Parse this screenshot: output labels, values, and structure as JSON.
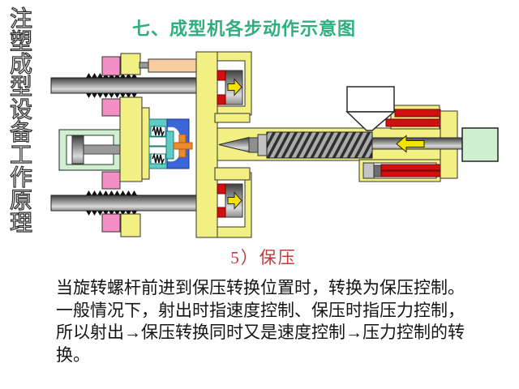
{
  "slide": {
    "vertical_title": "注塑成型设备工作原理",
    "title": "七、成型机各步动作示意图",
    "step_heading": "5）保压",
    "body_lines": [
      "当旋转螺杆前进到保压转换位置时，转换为保压控制。",
      "一般情况下，射出时指速度控制、保压时指压力控制，",
      "所以射出→保压转换同时又是速度控制→压力控制的转",
      "换。"
    ]
  },
  "diagram": {
    "arrows": [
      {
        "name": "clamp-arrow-top",
        "direction": "right",
        "color": "#F4E300"
      },
      {
        "name": "clamp-arrow-bottom",
        "direction": "right",
        "color": "#F4E300"
      },
      {
        "name": "screw-arrow",
        "direction": "left",
        "color": "#F4E300"
      }
    ]
  },
  "colors": {
    "title_teal": "#2FAE7E",
    "step_red": "#C23A3A",
    "machine_yellow": "#F2EF83",
    "pink": "#F48FC5",
    "peach": "#F8CD9E",
    "cyan_mold": "#5ECBC4",
    "blue_mold": "#3A66D9",
    "orange_sprue": "#EB8B2D",
    "green_cylinder": "#CFF0CF",
    "heater_red": "#D01010",
    "arrow_yellow": "#F4E300"
  }
}
